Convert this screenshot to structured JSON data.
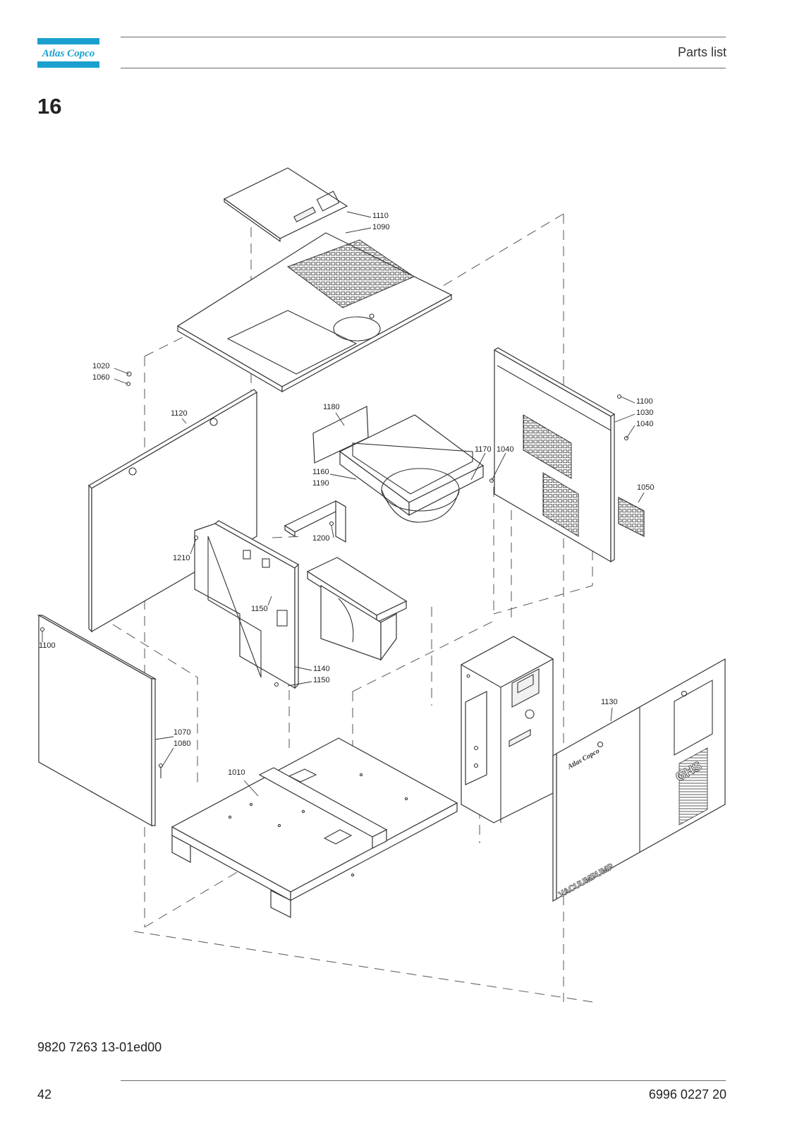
{
  "header": {
    "brand": "Atlas Copco",
    "title": "Parts list"
  },
  "section": {
    "number": "16"
  },
  "diagram": {
    "callouts": [
      "1110",
      "1090",
      "1020",
      "1060",
      "1120",
      "1180",
      "1170",
      "1040",
      "1100",
      "1030",
      "1040",
      "1160",
      "1190",
      "1050",
      "1200",
      "1210",
      "1150",
      "1100",
      "1140",
      "1150",
      "1130",
      "1070",
      "1080",
      "1010"
    ],
    "markings": {
      "front_logo": "Atlas Copco",
      "model": "GHS",
      "front_text": "VACUUMPUMP"
    }
  },
  "footer": {
    "doc_number": "9820 7263 13-01ed00",
    "page_number": "42",
    "part_number": "6996 0227 20"
  },
  "colors": {
    "brand_blue": "#1aa0cf",
    "line": "#333333"
  }
}
